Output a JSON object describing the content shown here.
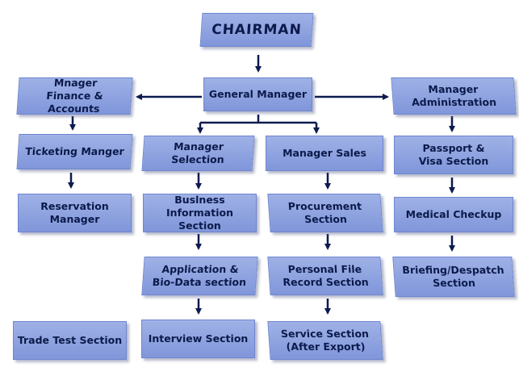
{
  "chart": {
    "root": "CHAIRMAN",
    "general_manager": "General Manager",
    "finance": "Mnager\nFinance & Accounts",
    "administration": "Manager\nAdministration",
    "ticketing": "Ticketing Manger",
    "reservation": "Reservation Manager",
    "trade_test": "Trade Test Section",
    "selection": "Manager Selection",
    "business_info": "Buslness Information\nSection",
    "application": "Application &\nBio-Data section",
    "interview": "Interview Section",
    "sales": "Manager Sales",
    "procurement": "Procurement\nSection",
    "personal_file": "Personal File\nRecord Section",
    "service": "Service Section\n(After Export)",
    "passport": "Passport &\nVisa Section",
    "medical": "Medical Checkup",
    "briefing": "Briefing/Despatch\nSection"
  },
  "colors": {
    "box_fill": "#8fa3e0",
    "line": "#0d1a4f"
  }
}
